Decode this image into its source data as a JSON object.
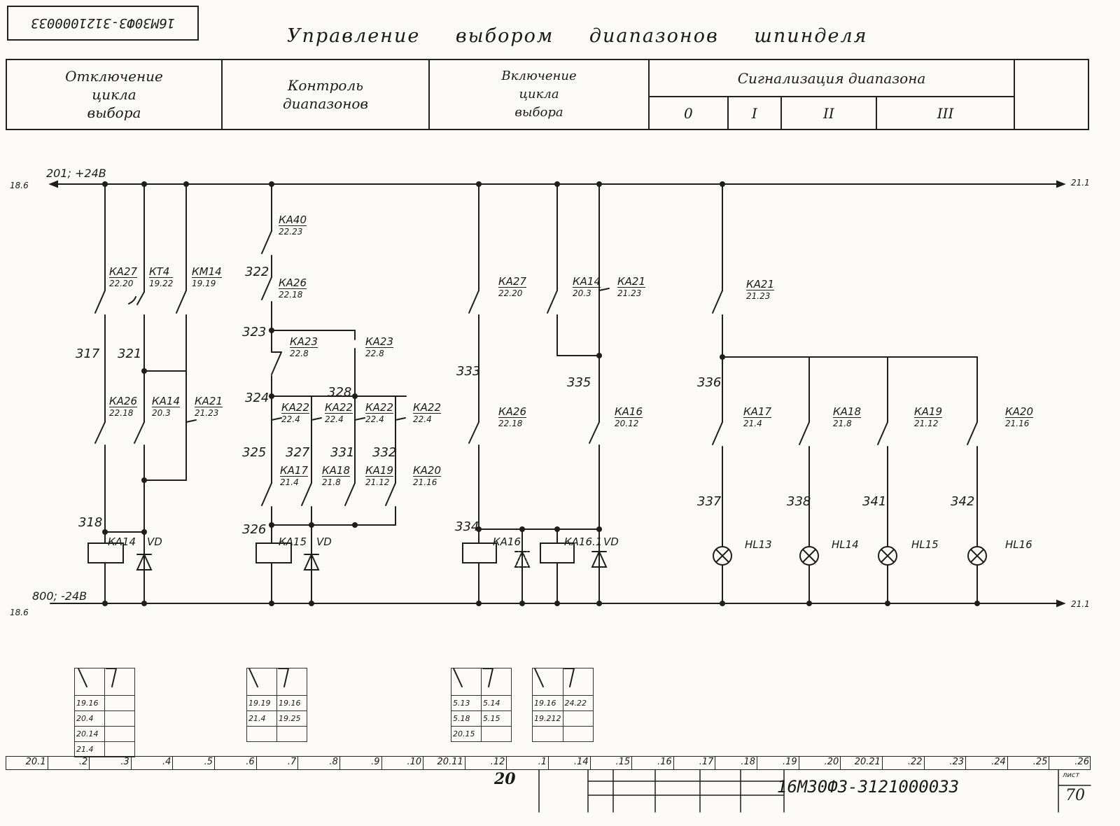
{
  "header": {
    "doc_code_stamp": "16М30Ф3-3121000033",
    "title": "Управление выбором диапазонов шпинделя",
    "col1": [
      "Отключение",
      "цикла",
      "выбора"
    ],
    "col2": [
      "Контроль",
      "диапазонов"
    ],
    "col3": [
      "Включение",
      "цикла",
      "выбора"
    ],
    "col4": "Сигнализация диапазона",
    "ranges": [
      "0",
      "I",
      "II",
      "III"
    ]
  },
  "bus": {
    "top_left_ref": "18.6",
    "top_label": "201; +24В",
    "top_right_ref": "21.1",
    "bottom_left_ref": "18.6",
    "bottom_label": "800; -24В",
    "bottom_right_ref": "21.1"
  },
  "contacts": [
    {
      "name": "КА27",
      "ref": "22.20"
    },
    {
      "name": "КТ4",
      "ref": "19.22"
    },
    {
      "name": "КМ14",
      "ref": "19.19"
    },
    {
      "name": "КА26",
      "ref": "22.18"
    },
    {
      "name": "КА14",
      "ref": "20.3"
    },
    {
      "name": "КА21",
      "ref": "21.23"
    },
    {
      "name": "КА40",
      "ref": "22.23"
    },
    {
      "name": "КА26",
      "ref": "22.18"
    },
    {
      "name": "КА23",
      "ref": "22.8"
    },
    {
      "name": "КА23",
      "ref": "22.8"
    },
    {
      "name": "КА22",
      "ref": "22.4"
    },
    {
      "name": "КА22",
      "ref": "22.4"
    },
    {
      "name": "КА22",
      "ref": "22.4"
    },
    {
      "name": "КА22",
      "ref": "22.4"
    },
    {
      "name": "КА17",
      "ref": "21.4"
    },
    {
      "name": "КА18",
      "ref": "21.8"
    },
    {
      "name": "КА19",
      "ref": "21.12"
    },
    {
      "name": "КА20",
      "ref": "21.16"
    },
    {
      "name": "КА27",
      "ref": "22.20"
    },
    {
      "name": "КА14",
      "ref": "20.3"
    },
    {
      "name": "КА21",
      "ref": "21.23"
    },
    {
      "name": "КА26",
      "ref": "22.18"
    },
    {
      "name": "КА16",
      "ref": "20.12"
    },
    {
      "name": "КА21",
      "ref": "21.23"
    },
    {
      "name": "КА17",
      "ref": "21.4"
    },
    {
      "name": "КА18",
      "ref": "21.8"
    },
    {
      "name": "КА19",
      "ref": "21.12"
    },
    {
      "name": "КА20",
      "ref": "21.16"
    }
  ],
  "wires": [
    "317",
    "321",
    "318",
    "322",
    "323",
    "324",
    "325",
    "327",
    "328",
    "331",
    "332",
    "326",
    "333",
    "334",
    "335",
    "336",
    "337",
    "338",
    "341",
    "342"
  ],
  "coils": [
    "КА14",
    "КА15",
    "КА16",
    "КА16.1"
  ],
  "diode_label": "VD",
  "lamps": [
    "HL13",
    "HL14",
    "HL15",
    "HL16"
  ],
  "contact_tables": [
    {
      "coil": "КА14",
      "rows": [
        [
          "19.16",
          ""
        ],
        [
          "20.4",
          ""
        ],
        [
          "20.14",
          ""
        ],
        [
          "21.4",
          ""
        ]
      ]
    },
    {
      "coil": "КА15",
      "rows": [
        [
          "19.19",
          "19.16"
        ],
        [
          "21.4",
          "19.25"
        ]
      ]
    },
    {
      "coil": "КА16",
      "rows": [
        [
          "5.13",
          "5.14"
        ],
        [
          "5.18",
          "5.15"
        ],
        [
          "20.15",
          ""
        ]
      ]
    },
    {
      "coil": "КА16.1",
      "rows": [
        [
          "19.16",
          "24.22"
        ],
        [
          "19.212",
          ""
        ]
      ]
    }
  ],
  "strip": [
    "20.1",
    ".2",
    ".3",
    ".4",
    ".5",
    ".6",
    ".7",
    ".8",
    ".9",
    ".10",
    "20.11",
    ".12",
    ".1",
    ".14",
    ".15",
    ".16",
    ".17",
    ".18",
    ".19",
    ".20",
    "20.21",
    ".22",
    ".23",
    ".24",
    ".25",
    ".26"
  ],
  "sheet_number": "20",
  "footer_doc": "16М30Ф3-3121000033",
  "end_label": "лист",
  "end_number": "70"
}
